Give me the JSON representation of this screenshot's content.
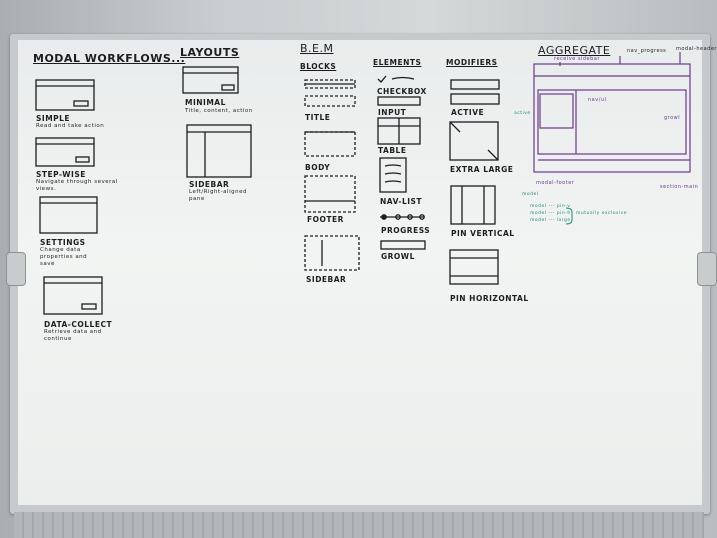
{
  "sections": {
    "modal_workflows": {
      "title": "MODAL WORKFLOWS...",
      "items": [
        {
          "label": "SIMPLE",
          "desc": "Read and take action"
        },
        {
          "label": "STEP-WISE",
          "desc": "Navigate through several views."
        },
        {
          "label": "SETTINGS",
          "desc": "Change data properties and save"
        },
        {
          "label": "DATA-COLLECT",
          "desc": "Retrieve data and continue"
        }
      ]
    },
    "layouts": {
      "title": "LAYOUTS",
      "items": [
        {
          "label": "MINIMAL",
          "desc": "Title, content, action"
        },
        {
          "label": "SIDEBAR",
          "desc": "Left/Right-aligned pane"
        }
      ]
    },
    "bem": {
      "title": "B.E.M",
      "blocks": {
        "title": "BLOCKS",
        "items": [
          "TITLE",
          "BODY",
          "FOOTER",
          "SIDEBAR"
        ]
      },
      "elements": {
        "title": "ELEMENTS",
        "items": [
          "CHECKBOX",
          "INPUT",
          "TABLE",
          "NAV-LIST",
          "PROGRESS",
          "GROWL"
        ]
      },
      "modifiers": {
        "title": "MODIFIERS",
        "items": [
          "ACTIVE",
          "EXTRA LARGE",
          "PIN VERTICAL",
          "PIN HORIZONTAL"
        ]
      }
    },
    "aggregate": {
      "title": "AGGREGATE",
      "notes": {
        "top_left": "receive sidebar",
        "top_mid": "nav_progress",
        "top_right": "modal-header",
        "active": "active",
        "navlist": "nav/ul",
        "growl": "growl",
        "footer": "modal-footer",
        "section": "section-main",
        "legend_model": "model",
        "legend_lines": [
          "model --- pin-v",
          "model --- pin-h",
          "model --- large"
        ],
        "legend_excl": "mutually exclusive"
      }
    }
  },
  "colors": {
    "ink": "#1d1d1f",
    "purple": "#6b3a8c",
    "teal": "#1e8a78"
  }
}
